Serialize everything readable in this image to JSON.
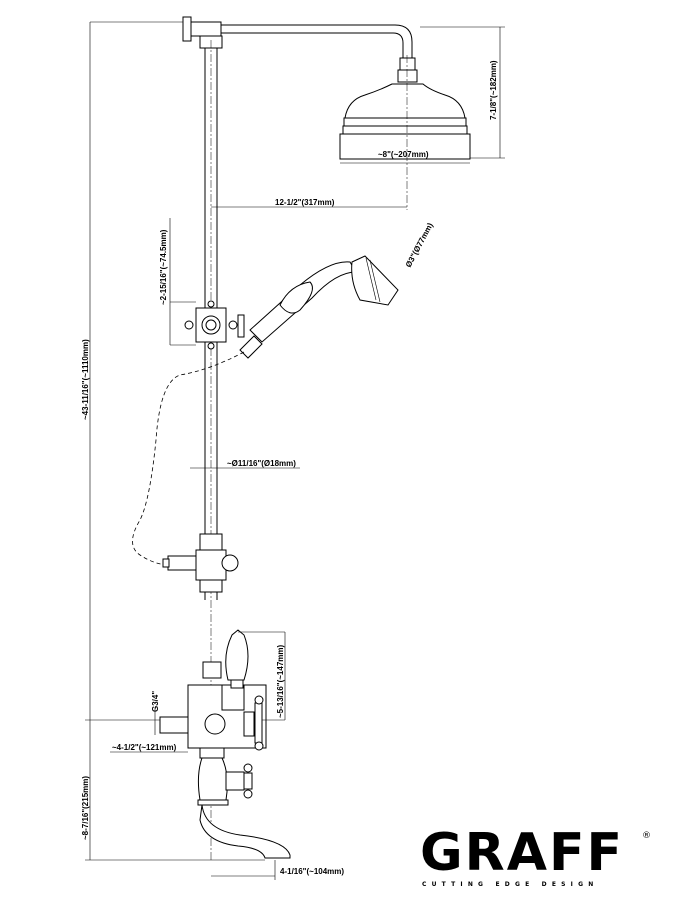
{
  "dimensions": {
    "head_width": "~8\"(~207mm)",
    "head_height": "7-1/8\"(~182mm)",
    "arm_reach": "12-1/2\"(317mm)",
    "holder_height": "~2-15/16\"(~74.5mm)",
    "handshower_diameter": "Ø3\"(Ø77mm)",
    "overall_height": "~43-11/16\"(~1110mm)",
    "pole_diameter": "~Ø11/16\"(Ø18mm)",
    "inlet_thread": "G3/4\"",
    "valve_height": "~5-13/16\"(~147mm)",
    "valve_projection": "~4-1/2\"(~121mm)",
    "spout_height": "~8-7/16\"(215mm)",
    "spout_reach": "4-1/16\"(~104mm)"
  },
  "logo": {
    "brand": "GRAFF",
    "tagline": "CUTTING EDGE DESIGN",
    "registered": "®"
  }
}
